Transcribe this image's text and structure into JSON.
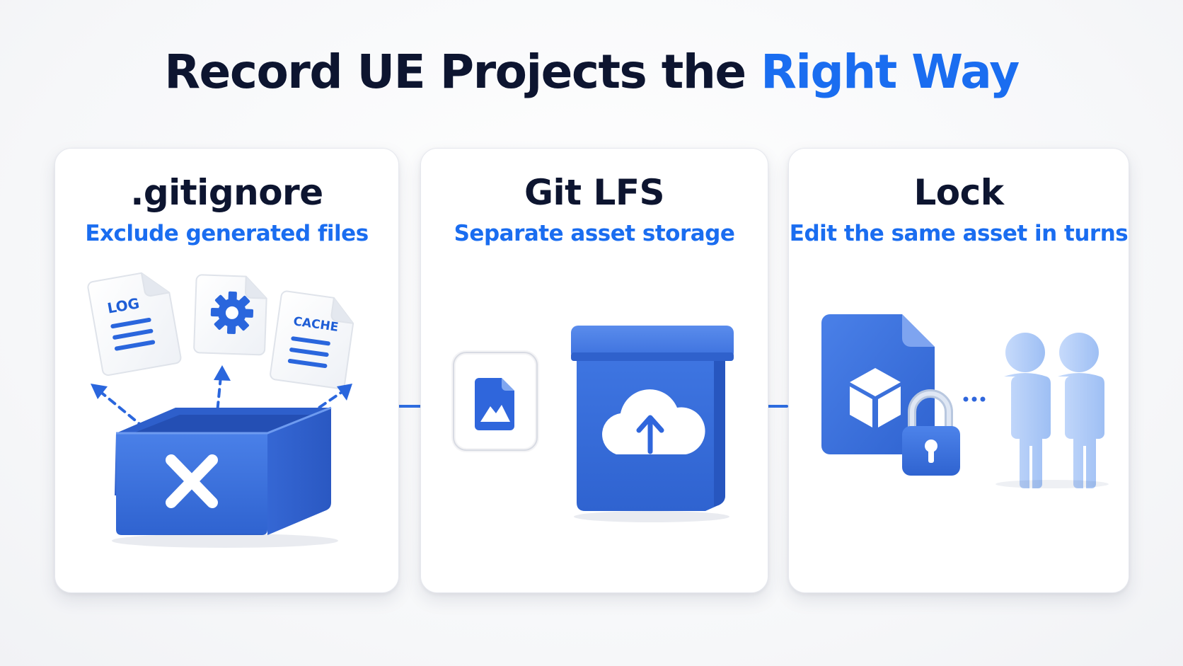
{
  "title": {
    "main": "Record UE Projects the ",
    "accent": "Right Way"
  },
  "cards": [
    {
      "title": ".gitignore",
      "subtitle": "Exclude generated files",
      "files": [
        "LOG",
        "CACHE"
      ]
    },
    {
      "title": "Git LFS",
      "subtitle": "Separate asset storage"
    },
    {
      "title": "Lock",
      "subtitle": "Edit the same asset in turns"
    }
  ],
  "colors": {
    "accent": "#1a6df0",
    "box_blue": "#3a70dc",
    "text_dark": "#0d1530"
  },
  "icons": {
    "card1": [
      "log-file-icon",
      "gear-file-icon",
      "cache-file-icon",
      "open-box-icon",
      "x-mark-icon"
    ],
    "card2": [
      "image-file-icon",
      "storage-box-icon",
      "cloud-upload-icon"
    ],
    "card3": [
      "asset-file-icon",
      "cube-icon",
      "padlock-icon",
      "person-icon"
    ]
  }
}
